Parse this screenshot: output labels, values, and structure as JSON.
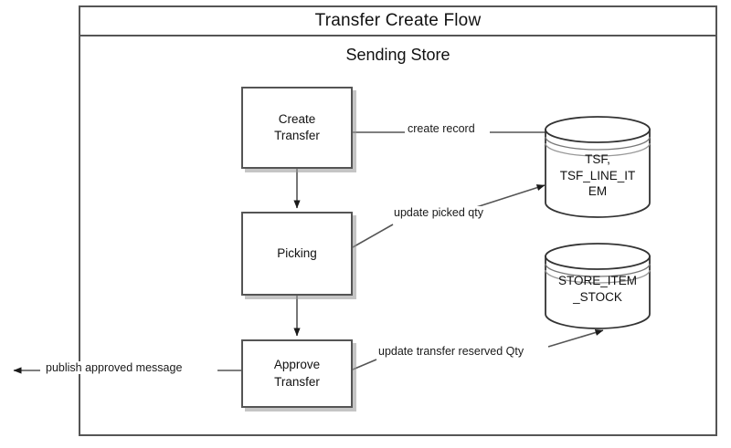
{
  "diagram": {
    "title": "Transfer Create Flow",
    "subtitle": "Sending Store",
    "type": "flowchart",
    "colors": {
      "border": "#555555",
      "background": "#ffffff",
      "text": "#111111",
      "shadow": "#969696"
    },
    "nodes": [
      {
        "id": "create",
        "kind": "process",
        "label": "Create\nTransfer",
        "line1": "Create",
        "line2": "Transfer"
      },
      {
        "id": "picking",
        "kind": "process",
        "label": "Picking",
        "line1": "Picking",
        "line2": ""
      },
      {
        "id": "approve",
        "kind": "process",
        "label": "Approve\nTransfer",
        "line1": "Approve",
        "line2": "Transfer"
      },
      {
        "id": "tsf",
        "kind": "datastore",
        "label": "TSF, TSF_LINE_ITEM",
        "line1": "TSF,",
        "line2": "TSF_LINE_IT",
        "line3": "EM"
      },
      {
        "id": "stock",
        "kind": "datastore",
        "label": "STORE_ITEM_STOCK",
        "line1": "STORE_ITEM",
        "line2": "_STOCK",
        "line3": ""
      }
    ],
    "edges": [
      {
        "id": "e1",
        "from": "create",
        "to": "picking",
        "label": ""
      },
      {
        "id": "e2",
        "from": "create",
        "to": "tsf",
        "label": "create record"
      },
      {
        "id": "e3",
        "from": "picking",
        "to": "approve",
        "label": ""
      },
      {
        "id": "e4",
        "from": "picking",
        "to": "tsf",
        "label": "update picked qty"
      },
      {
        "id": "e5",
        "from": "approve",
        "to": "stock",
        "label": "update transfer reserved Qty"
      },
      {
        "id": "e6",
        "from": "approve",
        "to": "external",
        "label": "publish approved message"
      }
    ]
  }
}
